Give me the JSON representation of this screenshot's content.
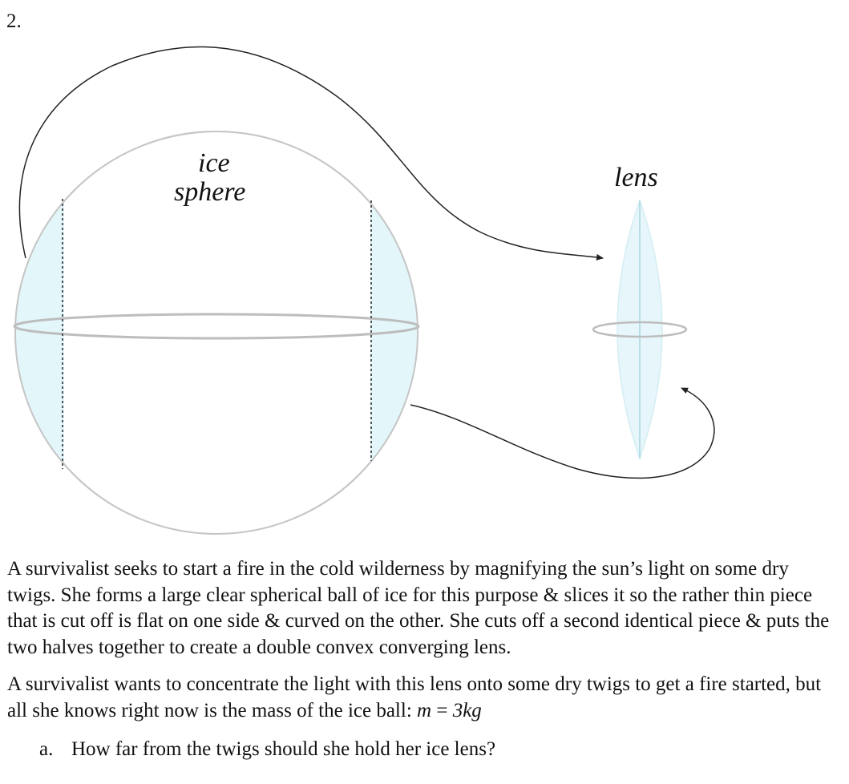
{
  "problem_number": "2.",
  "figure": {
    "sphere_label_line1": "ice",
    "sphere_label_line2": "sphere",
    "lens_label": "lens",
    "colors": {
      "ice_fill": "#e3f7fb",
      "outline": "#c9c9c9",
      "arrow": "#222222",
      "lens_fill": "#e6f6fa"
    }
  },
  "text": {
    "paragraph1": "A survivalist seeks to start a fire in the cold wilderness by magnifying the sun’s light on some dry twigs. She forms a large clear spherical ball of ice for this purpose & slices it so the rather thin piece that is cut off is flat on one side & curved on the other. She cuts off a second identical piece & puts the two halves together to create a double convex converging lens.",
    "paragraph2_lead": "A survivalist wants to concentrate the light with this lens onto some dry twigs to get a fire started, but all she knows right now is the mass of the ice ball: ",
    "mass_variable": "m",
    "mass_equals": " = ",
    "mass_value": "3kg",
    "question_label": "a.",
    "question_text": "How far from the twigs should she hold her ice lens?"
  }
}
